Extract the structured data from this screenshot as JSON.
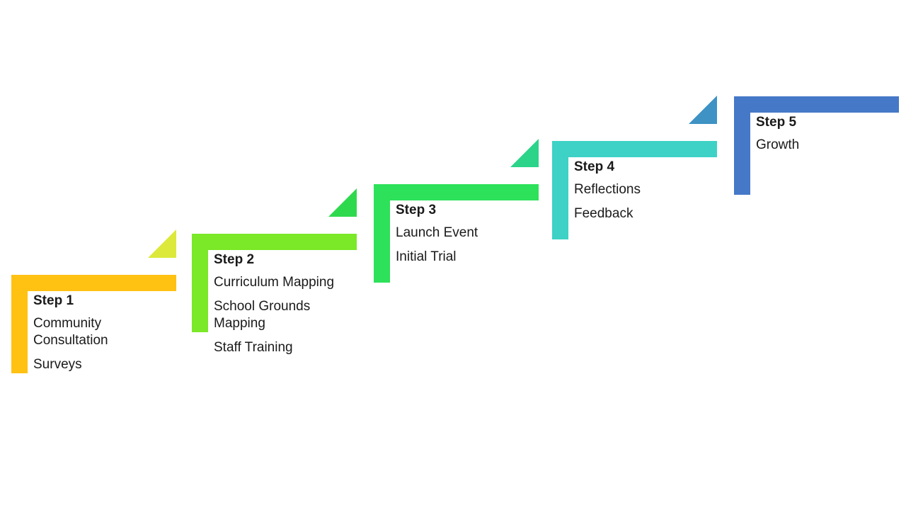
{
  "canvas": {
    "background": "#ffffff"
  },
  "diagram": {
    "type": "staircase-process",
    "text_color": "#1a1a1a",
    "steps": [
      {
        "label": "Step 1",
        "items": [
          "Community Consultation",
          "Surveys"
        ],
        "color": "#FFC112",
        "arrow_color": "#DCE93B"
      },
      {
        "label": "Step 2",
        "items": [
          "Curriculum Mapping",
          "School Grounds Mapping",
          "Staff Training"
        ],
        "color": "#7BE828",
        "arrow_color": "#2FD94E"
      },
      {
        "label": "Step 3",
        "items": [
          "Launch Event",
          "Initial Trial"
        ],
        "color": "#2DE15A",
        "arrow_color": "#2BD489"
      },
      {
        "label": "Step 4",
        "items": [
          "Reflections",
          "Feedback"
        ],
        "color": "#3DD2C5",
        "arrow_color": "#3E92C4"
      },
      {
        "label": "Step 5",
        "items": [
          "Growth"
        ],
        "color": "#4678C8",
        "arrow_color": null
      }
    ]
  }
}
